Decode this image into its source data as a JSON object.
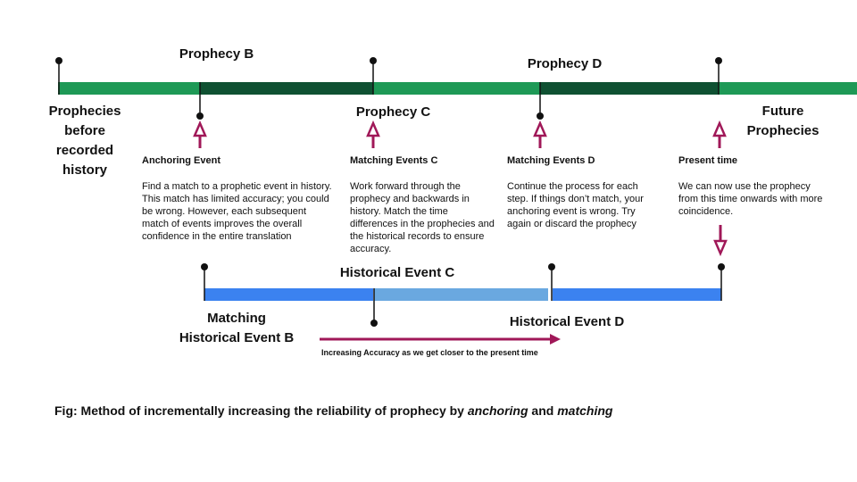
{
  "colors": {
    "prophecy_bar": "#1e9956",
    "prophecy_dark": "#0f5132",
    "history_blue": "#3b82f0",
    "history_light": "#6aa8e0",
    "arrow": "#a01858"
  },
  "prophecy_labels": {
    "b": "Prophecy B",
    "c": "Prophecy C",
    "d": "Prophecy D",
    "before": "Prophecies\nbefore\nrecorded\nhistory",
    "future": "Future\nProphecies"
  },
  "steps": [
    {
      "heading": "Anchoring Event",
      "text": "Find a match to a prophetic event in history. This match has limited accuracy; you could be wrong. However, each subsequent match of events improves the overall confidence in the entire translation"
    },
    {
      "heading": "Matching Events C",
      "text": "Work forward through the prophecy and backwards in history. Match the time differences in the prophecies and the historical records to ensure accuracy."
    },
    {
      "heading": "Matching Events D",
      "text": "Continue the process for each step. If things don’t match, your anchoring event is wrong. Try again or discard the prophecy"
    },
    {
      "heading": "Present time",
      "text": "We can now use the prophecy from this time onwards with more coincidence."
    }
  ],
  "history_labels": {
    "b": "Matching\nHistorical Event B",
    "c": "Historical Event C",
    "d": "Historical Event D"
  },
  "accuracy_arrow_label": "Increasing Accuracy as we get closer to the present time",
  "caption": {
    "prefix": "Fig: Method of incrementally increasing the reliability of prophecy by ",
    "em1": "anchoring",
    "mid": " and ",
    "em2": "matching"
  }
}
